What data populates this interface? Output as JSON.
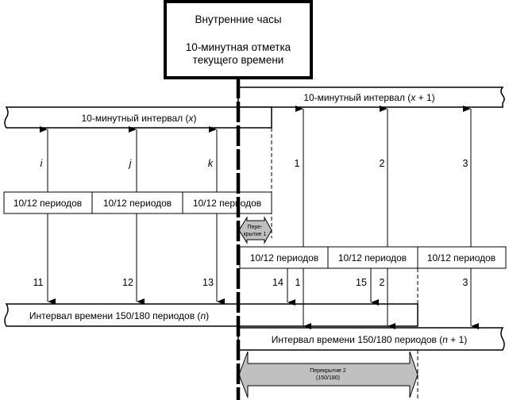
{
  "clock_box": {
    "title": "Внутренние часы",
    "subtitle_line1": "10-минутная отметка",
    "subtitle_line2": "текущего времени"
  },
  "intervals": {
    "ten_min_x": {
      "prefix": "10-минутный интервал (",
      "var": "x",
      "suffix": ")"
    },
    "ten_min_x1": {
      "prefix": "10-минутный интервал (",
      "var": "x",
      "suffix": " + 1)"
    },
    "long_n": {
      "prefix": "Интервал времени 150/180 периодов (",
      "var": "n",
      "suffix": ")"
    },
    "long_n1": {
      "prefix": "Интервал времени 150/180 периодов (",
      "var": "n",
      "suffix": " + 1)"
    }
  },
  "period_blocks": {
    "top": [
      "10/12 периодов",
      "10/12 периодов",
      "10/12 периодов"
    ],
    "bottom": [
      "10/12 периодов",
      "10/12 периодов",
      "10/12 периодов"
    ]
  },
  "arrow_labels": {
    "upper_left": [
      "i",
      "j",
      "k"
    ],
    "upper_right": [
      "1",
      "2",
      "3"
    ],
    "lower_left": [
      "11",
      "12",
      "13"
    ],
    "lower_right": [
      "14",
      "1",
      "15",
      "2",
      "3"
    ]
  },
  "overlaps": {
    "overlap1_line1": "Пере-",
    "overlap1_line2": "крытие 1",
    "overlap2_line1": "Перекрытие 2",
    "overlap2_line2": "(150/180)"
  },
  "colors": {
    "line": "#000000",
    "overlap_fill": "#c0c0c0",
    "background": "#ffffff"
  }
}
